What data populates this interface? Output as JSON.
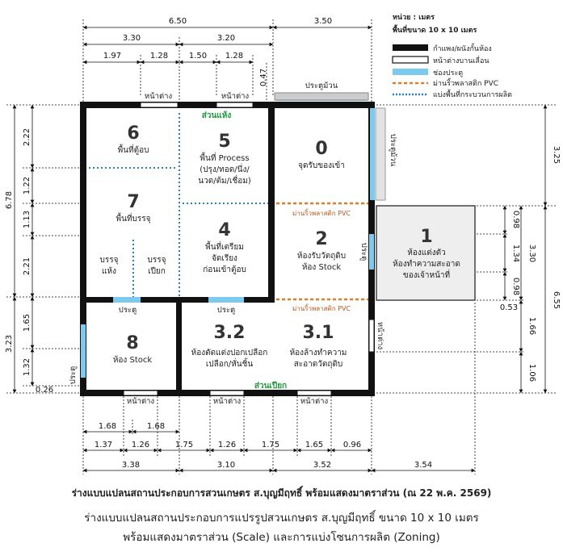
{
  "legend": {
    "unit": "หน่วย : เมตร",
    "area": "พื้นที่ขนาด 10 x 10 เมตร",
    "wall": "กำแพง/ผนังกั้นห้อง",
    "window": "หน้าต่างบานเลื่อน",
    "door": "ช่องประตู",
    "pvc": "ม่านริ้วพลาสติก PVC",
    "zone_line": "แบ่งพื้นที่กระบวนการผลิต"
  },
  "colors": {
    "wall": "#111111",
    "door": "#7ccbee",
    "pvc": "#e07b2a",
    "zone": "#2a7fcc",
    "annex": "#eeeeee",
    "label_green": "#1e9b3a"
  },
  "top_dims": {
    "row1": [
      "6.50",
      "3.50"
    ],
    "row2": [
      "3.30",
      "3.20"
    ],
    "row3": [
      "1.97",
      "1.28",
      "1.50",
      "1.28"
    ],
    "small": "0.47"
  },
  "left_dims": {
    "total": "6.78",
    "parts": [
      "2.22",
      "1.22",
      "1.13",
      "2.21",
      "1.65",
      "1.32",
      "3.23"
    ],
    "bottom": "0.26"
  },
  "right_dims": {
    "outer": [
      "3.25",
      "6.55"
    ],
    "mid": [
      "3.30",
      "1.66",
      "1.06"
    ],
    "annex": [
      "0.98",
      "1.34",
      "0.98"
    ],
    "offset": "0.53"
  },
  "bottom_dims": {
    "row1": [
      "1.68",
      "1.68"
    ],
    "row2": [
      "1.37",
      "1.26",
      "1.75",
      "1.26",
      "1.75",
      "1.65",
      "0.96"
    ],
    "row3": [
      "3.38",
      "3.10",
      "3.52",
      "3.54"
    ]
  },
  "labels": {
    "window": "หน้าต่าง",
    "door": "ประตู",
    "roll_door": "ประตูม้วน",
    "roll_door_side": "ประตูม้วน",
    "pvc_curtain": "ม่านริ้วพลาสติก PVC",
    "dry_zone": "ส่วนแห้ง",
    "wet_zone": "ส่วนเปียก"
  },
  "rooms": {
    "r6": {
      "num": "6",
      "l1": "พื้นที่ตู้อบ"
    },
    "r5": {
      "num": "5",
      "l1": "พื้นที่ Process",
      "l2": "(ปรุง/ทอด/นึ่ง/",
      "l3": "นวด/ต้ม/เชื่อม)"
    },
    "r0": {
      "num": "0",
      "l1": "จุดรับของเข้า"
    },
    "r7": {
      "num": "7",
      "l1": "พื้นที่บรรจุ",
      "dry1": "บรรจุ",
      "dry2": "แห้ง",
      "wet1": "บรรจุ",
      "wet2": "เปียก"
    },
    "r4": {
      "num": "4",
      "l1": "พื้นที่เตรียม",
      "l2": "จัดเรียง",
      "l3": "ก่อนเข้าตู้อบ"
    },
    "r2": {
      "num": "2",
      "l1": "ห้องรับวัตถุดิบ",
      "l2": "ห้อง Stock"
    },
    "r1": {
      "num": "1",
      "l1": "ห้องแต่งตัว",
      "l2": "ห้องทำความสะอาด",
      "l3": "ของเจ้าหน้าที่"
    },
    "r8": {
      "num": "8",
      "l1": "ห้อง Stock"
    },
    "r32": {
      "num": "3.2",
      "l1": "ห้องตัดแต่งปอกเปลือก",
      "l1a": "ห้องตัดแต่งปอกเปลือก",
      "l1b": "เปลือก/หั่นชิ้น"
    },
    "r31": {
      "num": "3.1",
      "l1": "ห้องล้างทำความ",
      "l2": "สะอาดวัตถุดิบ"
    }
  },
  "captions": {
    "c1": "ร่างแบบแปลนสถานประกอบการสวนเกษตร ส.บุญมีฤทธิ์ พร้อมแสดงมาตราส่วน (ณ 22 พ.ค. 2569)",
    "c2": "ร่างแบบแปลนสถานประกอบการแปรรูปสวนเกษตร ส.บุญมีฤทธิ์ ขนาด 10 x 10 เมตร",
    "c3": "พร้อมแสดงมาตราส่วน (Scale) และการแบ่งโซนการผลิต (Zoning)"
  }
}
